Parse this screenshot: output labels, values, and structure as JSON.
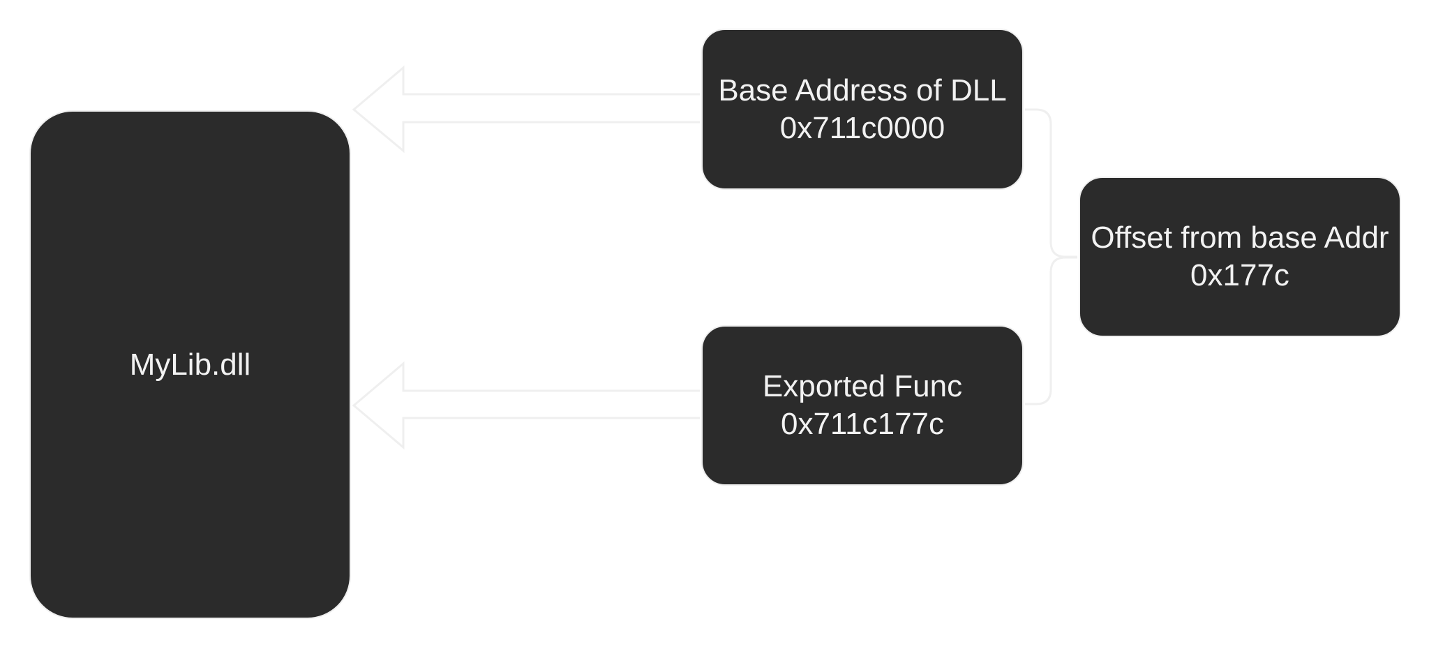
{
  "nodes": {
    "mylib": {
      "label": "MyLib.dll"
    },
    "base_address": {
      "title": "Base Address of DLL",
      "value": "0x711c0000"
    },
    "exported_func": {
      "title": "Exported Func",
      "value": "0x711c177c"
    },
    "offset": {
      "title": "Offset from base Addr",
      "value": "0x177c"
    }
  },
  "edges": [
    {
      "from": "base_address",
      "to": "mylib",
      "style": "block-arrow"
    },
    {
      "from": "exported_func",
      "to": "mylib",
      "style": "block-arrow"
    },
    {
      "from": "base_address",
      "to": "offset",
      "style": "brace"
    },
    {
      "from": "exported_func",
      "to": "offset",
      "style": "brace"
    }
  ],
  "colors": {
    "background": "#ffffff",
    "node_fill": "#2b2b2b",
    "node_text": "#f2f2f2",
    "stroke": "#efefef"
  }
}
